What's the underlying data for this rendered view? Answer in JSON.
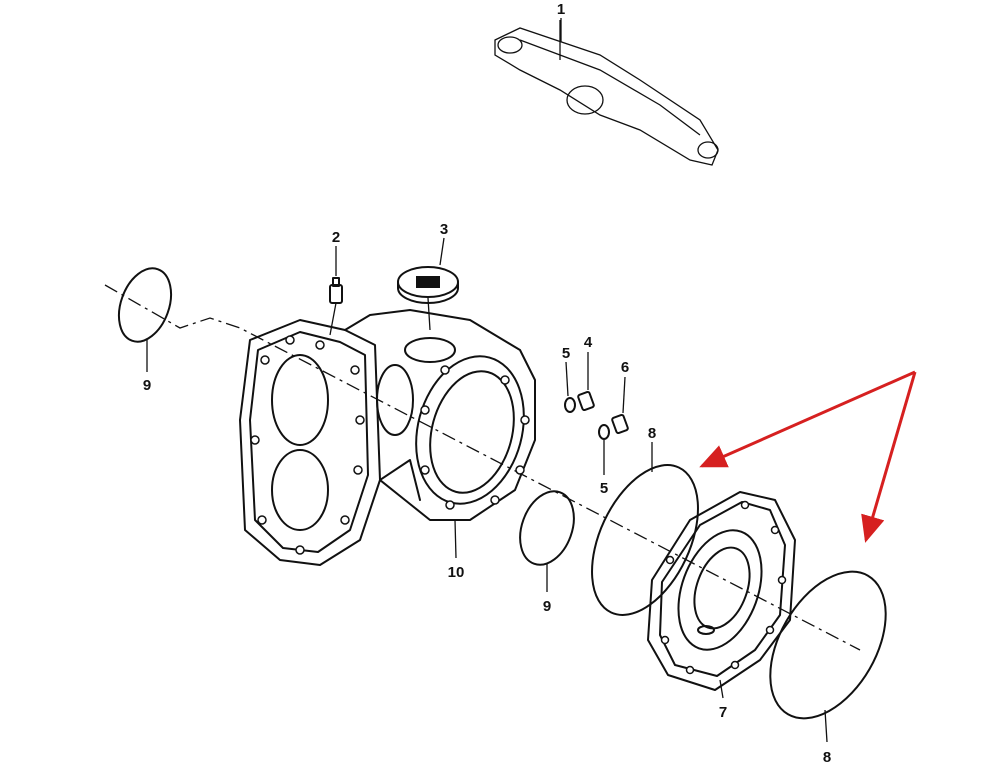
{
  "diagram": {
    "callouts": {
      "axle_assembly": "1",
      "breather": "2",
      "plug_cap": "3",
      "plug_upper": "4",
      "washer_upper": "5",
      "plug_lower": "6",
      "washer_lower": "5",
      "o_ring_left": "9",
      "housing": "10",
      "o_ring_center": "9",
      "gasket_inner": "8",
      "cover": "7",
      "gasket_outer": "8"
    },
    "arrow_color": "#d62020"
  }
}
